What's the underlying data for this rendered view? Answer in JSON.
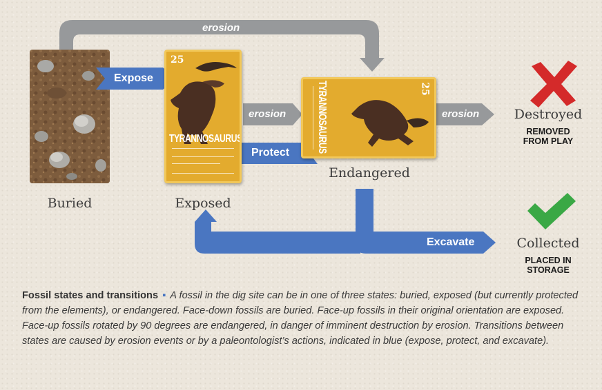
{
  "arrows": {
    "erosion_top": "erosion",
    "expose": "Expose",
    "erosion_mid": "erosion",
    "protect": "Protect",
    "erosion_right": "erosion",
    "excavate": "Excavate"
  },
  "states": {
    "buried": "Buried",
    "exposed": "Exposed",
    "endangered": "Endangered",
    "destroyed": "Destroyed",
    "destroyed_sub_line1": "REMOVED",
    "destroyed_sub_line2": "FROM PLAY",
    "collected": "Collected",
    "collected_sub_line1": "PLACED IN",
    "collected_sub_line2": "STORAGE"
  },
  "cards": {
    "exposed_number": "25",
    "exposed_title": "TYRANNOSAURUS",
    "endangered_number": "25",
    "endangered_title": "TYRANNOSAURUS"
  },
  "caption": {
    "heading": "Fossil states and transitions",
    "separator": "▪",
    "body": "A fossil in the dig site can be in one of three states: buried, exposed (but currently protected from the elements), or endangered. Face-down fossils are buried. Face-up fossils in their original orientation are exposed. Face-up fossils rotated by 90 degrees are endangered, in danger of imminent destruction by erosion. Transitions between states are caused by erosion events or by a paleontologist’s actions, indicated in blue (expose, protect, and excavate)."
  },
  "colors": {
    "gray_arrow": "#97999b",
    "blue_arrow": "#4a76c1",
    "card_yellow": "#e3ab2e",
    "red_cross": "#d42a2a",
    "green_check": "#3aa845"
  },
  "icons": {
    "destroyed": "red-x-icon",
    "collected": "green-check-icon"
  }
}
